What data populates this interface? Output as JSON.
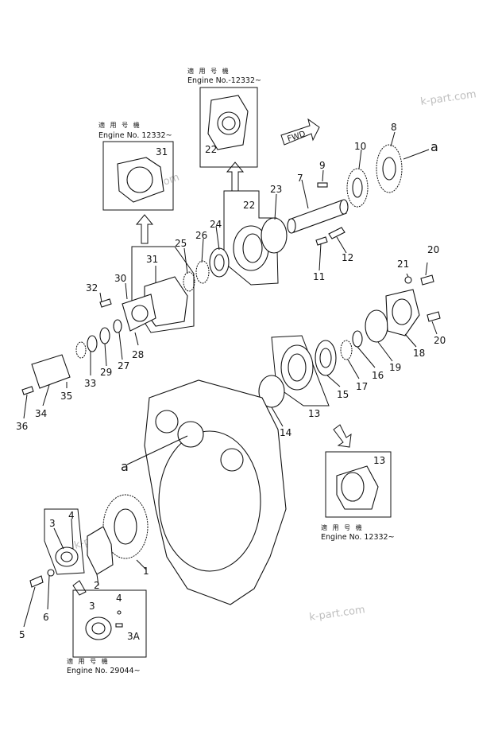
{
  "watermark": "k-part.com",
  "inset_captions": {
    "top_center": {
      "jp": "適 用 号 機",
      "en": "Engine No.-12332~"
    },
    "top_left": {
      "jp": "適 用 号 機",
      "en": "Engine No. 12332~"
    },
    "right": {
      "jp": "適 用 号 機",
      "en": "Engine No. 12332~"
    },
    "bottom": {
      "jp": "適 用 号 機",
      "en": "Engine No. 29044~"
    }
  },
  "arrow_labels": {
    "fwd": "FWD",
    "a_right": "a",
    "a_left": "a"
  },
  "part_numbers": {
    "p1": "1",
    "p2": "2",
    "p3": "3",
    "p3b": "3",
    "p3a": "3A",
    "p4": "4",
    "p4b": "4",
    "p5": "5",
    "p6": "6",
    "p7": "7",
    "p8": "8",
    "p9": "9",
    "p10": "10",
    "p11": "11",
    "p12": "12",
    "p13": "13",
    "p13b": "13",
    "p14": "14",
    "p15": "15",
    "p16": "16",
    "p17": "17",
    "p18": "18",
    "p19": "19",
    "p20": "20",
    "p20b": "20",
    "p21": "21",
    "p22": "22",
    "p22b": "22",
    "p23": "23",
    "p24": "24",
    "p25": "25",
    "p26": "26",
    "p27": "27",
    "p28": "28",
    "p29": "29",
    "p30": "30",
    "p31": "31",
    "p31b": "31",
    "p32": "32",
    "p33": "33",
    "p34": "34",
    "p35": "35",
    "p36": "36"
  }
}
